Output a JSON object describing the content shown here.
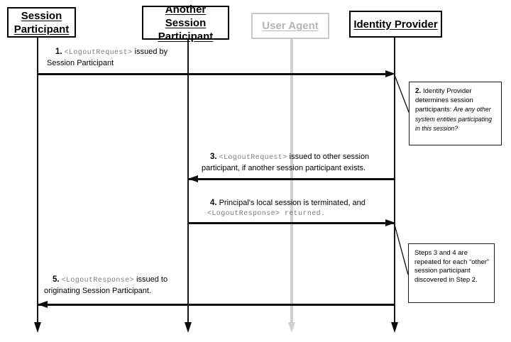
{
  "actors": [
    {
      "name": "Session Participant",
      "lines": [
        "Session",
        "Participant"
      ]
    },
    {
      "name": "Another Session Participant",
      "lines": [
        "Another Session",
        "Participant"
      ]
    },
    {
      "name": "User Agent",
      "lines": [
        "User Agent"
      ]
    },
    {
      "name": "Identity Provider",
      "lines": [
        "Identity Provider"
      ]
    }
  ],
  "messages": [
    {
      "num": "1.",
      "code": "<LogoutRequest>",
      "text": " issued by",
      "line2": "Session Participant"
    },
    {
      "num": "3.",
      "code": "<LogoutRequest>",
      "text": " issued to other session",
      "line2": "participant, if another session participant exists."
    },
    {
      "num": "4.",
      "text": "Principal's local session is terminated, and",
      "line2_code": "<LogoutResponse> returned."
    },
    {
      "num": "5.",
      "code": "<LogoutResponse>",
      "text": " issued to",
      "line2": "originating Session Participant."
    }
  ],
  "notes": [
    {
      "num": "2.",
      "text": " Identity Provider determines session participants: ",
      "italic": "Are any other system entities participating in this session?"
    },
    {
      "text": "Steps 3 and 4 are repeated for each “other” session participant discovered in Step 2."
    }
  ],
  "colors": {
    "line_black": "#0d0d0d",
    "code_gray": "#7d7d7d",
    "inactive_text_gray": "#b5b5b5",
    "inactive_line_gray": "#d0d0d0"
  }
}
